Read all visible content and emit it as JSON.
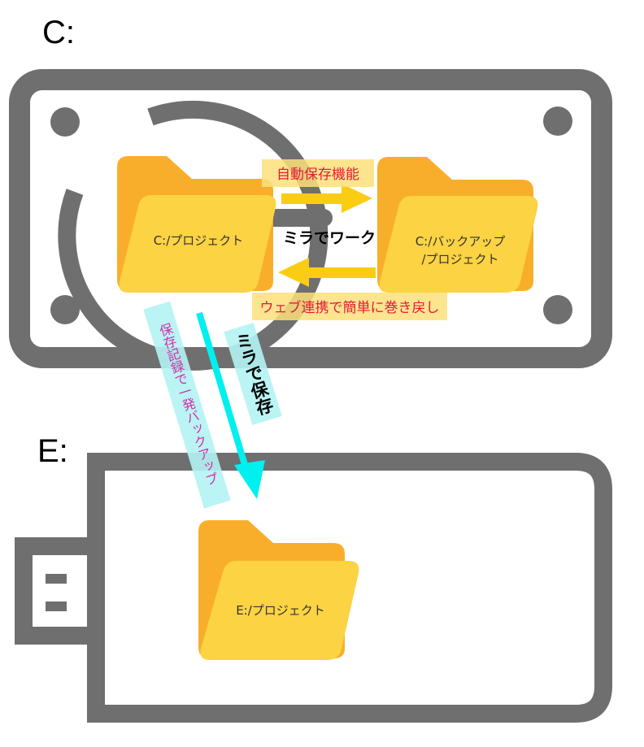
{
  "drives": {
    "c_label": "C:",
    "e_label": "E:"
  },
  "folders": {
    "c_project": "C:/プロジェクト",
    "c_backup_line1": "C:/バックアップ",
    "c_backup_line2": "/プロジェクト",
    "e_project": "E:/プロジェクト"
  },
  "arrows": {
    "auto_save": "自動保存機能",
    "mirror_work": "ミラでワーク",
    "web_restore": "ウェブ連携で簡単に巻き戻し",
    "mirror_save": "ミラで保存",
    "record_backup": "保存記録で一発バックアップ"
  },
  "colors": {
    "device_gray": "#6f6f6f",
    "folder_back": "#f9ae2b",
    "folder_front": "#fbd343",
    "yellow_arrow": "#fbcc14",
    "label_yellow_bg": "#fbe07a",
    "label_red_text": "#e8173c",
    "cyan_arrow": "#00f0f0",
    "label_cyan_bg": "#b3f3f3",
    "label_magenta_text": "#d42ca8"
  }
}
